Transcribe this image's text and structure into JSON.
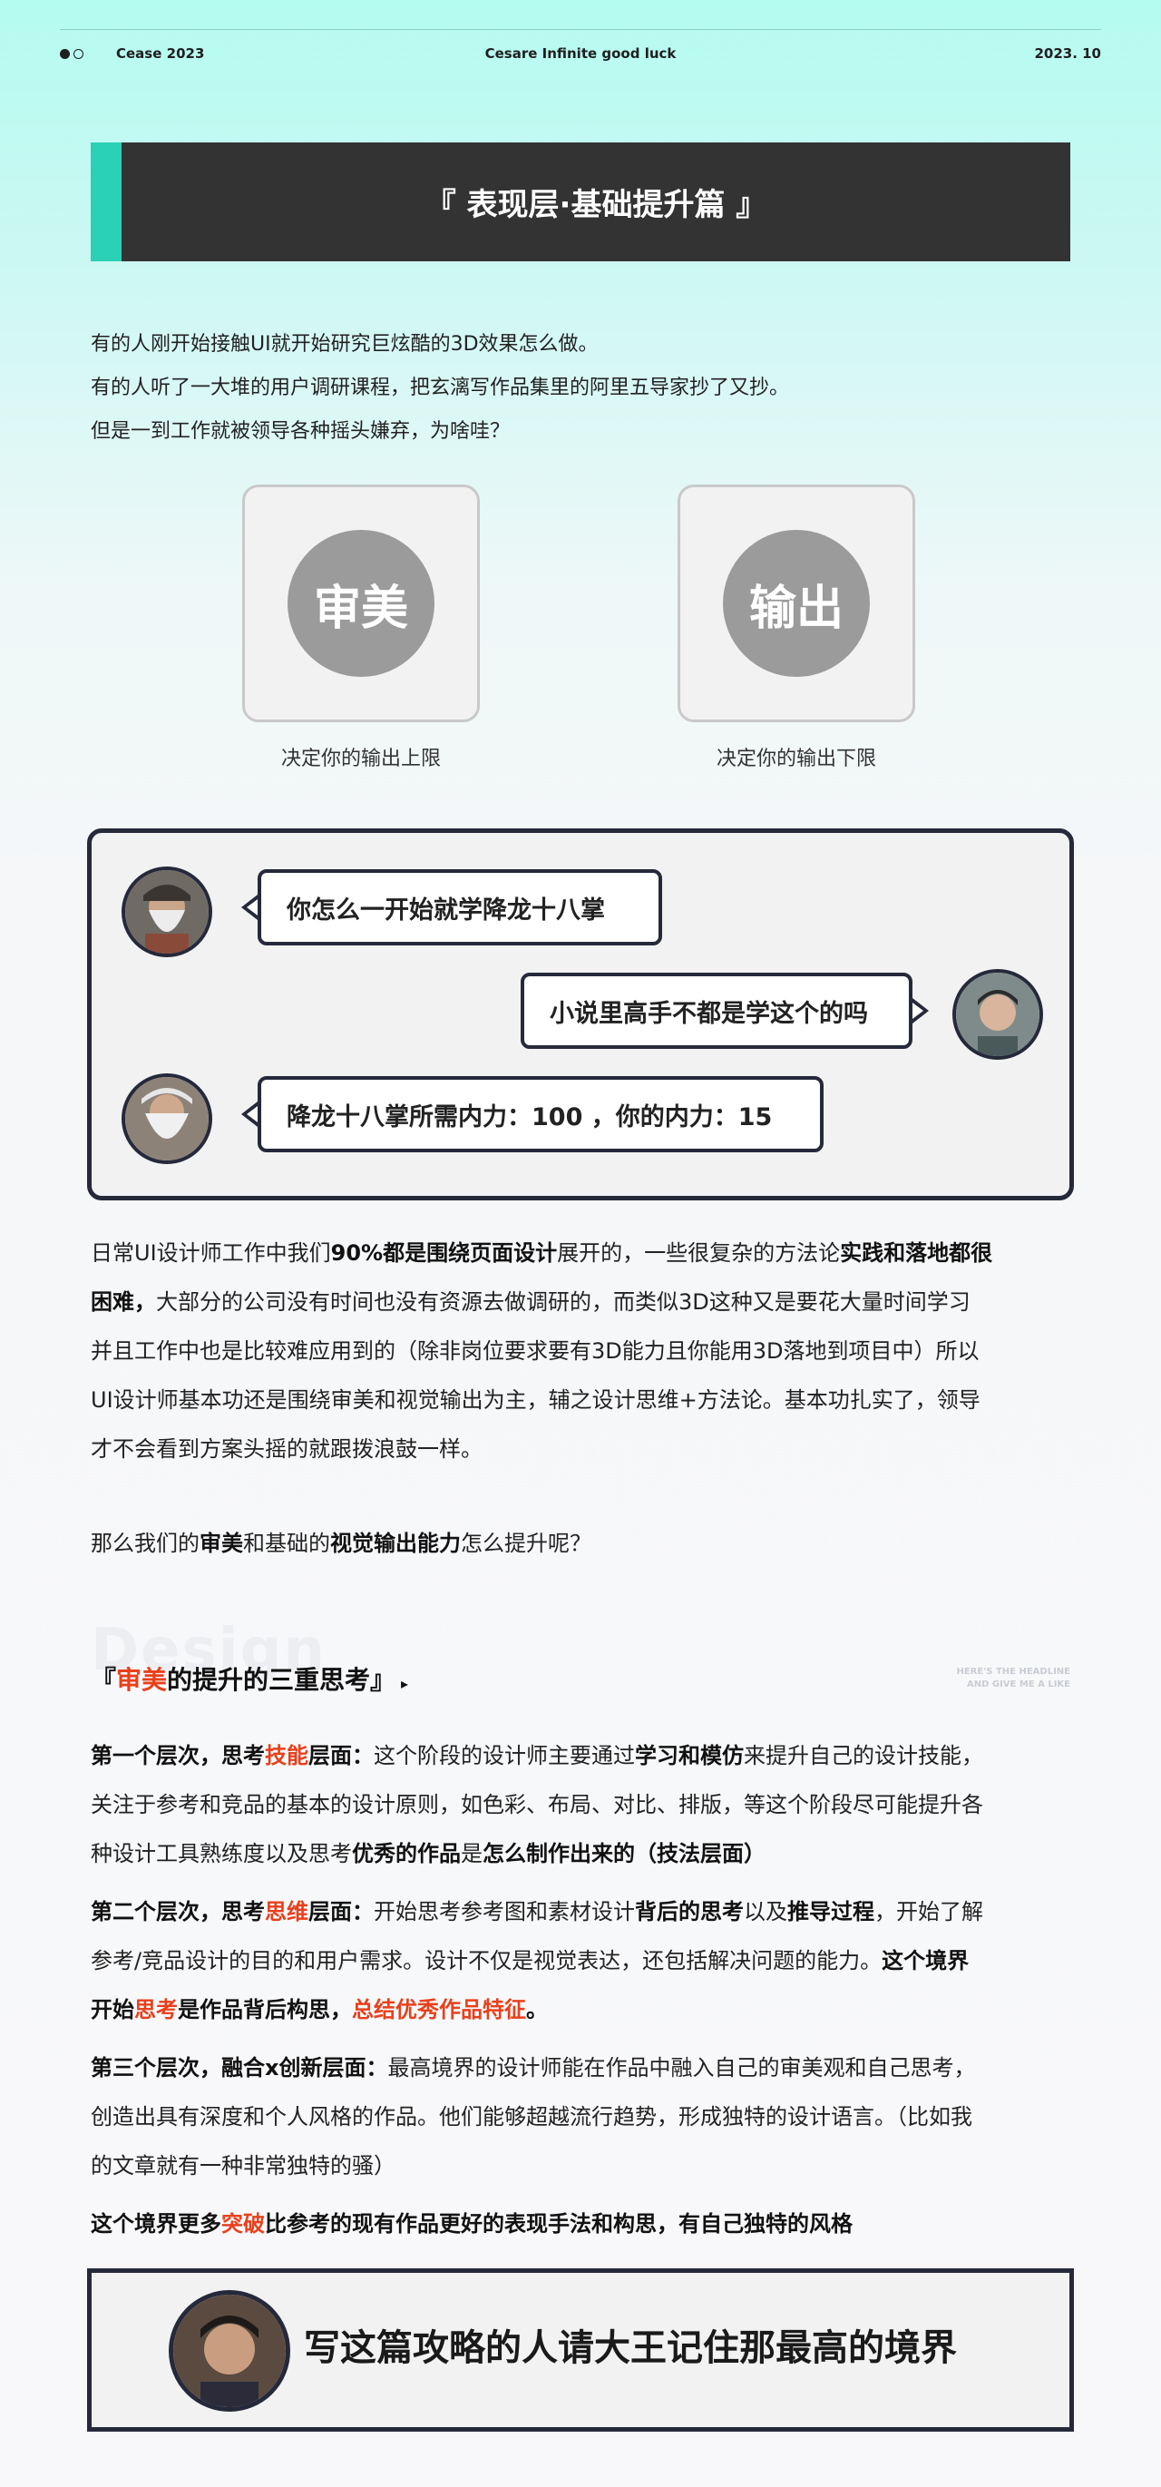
{
  "header": {
    "brand": "Cease 2023",
    "tagline": "Cesare Infinite good luck",
    "date": "2023. 10"
  },
  "title": "『 表现层·基础提升篇 』",
  "intro": [
    "有的人刚开始接触UI就开始研究巨炫酷的3D效果怎么做。",
    "有的人听了一大堆的用户调研课程，把玄漓写作品集里的阿里五导家抄了又抄。",
    "但是一到工作就被领导各种摇头嫌弃，为啥哇？"
  ],
  "cards": [
    {
      "label": "审美",
      "caption": "决定你的输出上限"
    },
    {
      "label": "输出",
      "caption": "决定你的输出下限"
    }
  ],
  "chat": [
    {
      "side": "left",
      "text": "你怎么一开始就学降龙十八掌"
    },
    {
      "side": "right",
      "text": "小说里高手不都是学这个的吗"
    },
    {
      "side": "left",
      "text": "降龙十八掌所需内力：100 ，你的内力：15"
    }
  ],
  "body": {
    "p1_l1_a": "日常UI设计师工作中我们",
    "p1_l1_b": "90%都是围绕页面设计",
    "p1_l1_c": "展开的，一些很复杂的方法论",
    "p1_l1_d": "实践和落地都很",
    "p1_l2_a": "困难，",
    "p1_l2_b": "大部分的公司没有时间也没有资源去做调研的，而类似3D这种又是要花大量时间学习",
    "p1_l3": "并且工作中也是比较难应用到的（除非岗位要求要有3D能力且你能用3D落地到项目中）所以",
    "p1_l4": "UI设计师基本功还是围绕审美和视觉输出为主，辅之设计思维+方法论。基本功扎实了，领导",
    "p1_l5": "才不会看到方案头摇的就跟拨浪鼓一样。",
    "q_a": "那么我们的",
    "q_b": "审美",
    "q_c": "和基础的",
    "q_d": "视觉输出能力",
    "q_e": "怎么提升呢？"
  },
  "section": {
    "bg_word": "Design",
    "title_a": "『",
    "title_b": "审美",
    "title_c": "的提升的三重思考』",
    "arrow": "▸",
    "right_l1": "HERE'S THE HEADLINE",
    "right_l2": "AND GIVE ME A LIKE"
  },
  "levels": {
    "l1_a": "第一个层次，思考",
    "l1_b": "技能",
    "l1_c": "层面：",
    "l1_d": "这个阶段的设计师主要通过",
    "l1_e": "学习和模仿",
    "l1_f": "来提升自己的设计技能，",
    "l1_g": "关注于参考和竞品的基本的设计原则，如色彩、布局、对比、排版，等这个阶段尽可能提升各",
    "l1_h": "种设计工具熟练度以及思考",
    "l1_i": "优秀的作品",
    "l1_j": "是",
    "l1_k": "怎么制作出来的（技法层面）",
    "l2_a": "第二个层次，思考",
    "l2_b": "思维",
    "l2_c": "层面：",
    "l2_d": "开始思考参考图和素材设计",
    "l2_e": "背后的思考",
    "l2_f": "以及",
    "l2_g": "推导过程",
    "l2_h": "，开始了解",
    "l2_i": "参考/竞品设计的目的和用户需求。设计不仅是视觉表达，还包括解决问题的能力。",
    "l2_j": "这个境界",
    "l2_k": "开始",
    "l2_l": "思考",
    "l2_m": "是作品背后构思，",
    "l2_n": "总结优秀作品特征",
    "l2_o": "。",
    "l3_a": "第三个层次，融合x创新层面：",
    "l3_b": "最高境界的设计师能在作品中融入自己的审美观和自己思考，",
    "l3_c": "创造出具有深度和个人风格的作品。他们能够超越流行趋势，形成独特的设计语言。（比如我",
    "l3_d": "的文章就有一种非常独特的骚）",
    "l4_a": "这个境界更多",
    "l4_b": "突破",
    "l4_c": "比参考的现有作品更好的表现手法和构思，有自己独特的风格"
  },
  "footer_text": "写这篇攻略的人请大王记住那最高的境界"
}
